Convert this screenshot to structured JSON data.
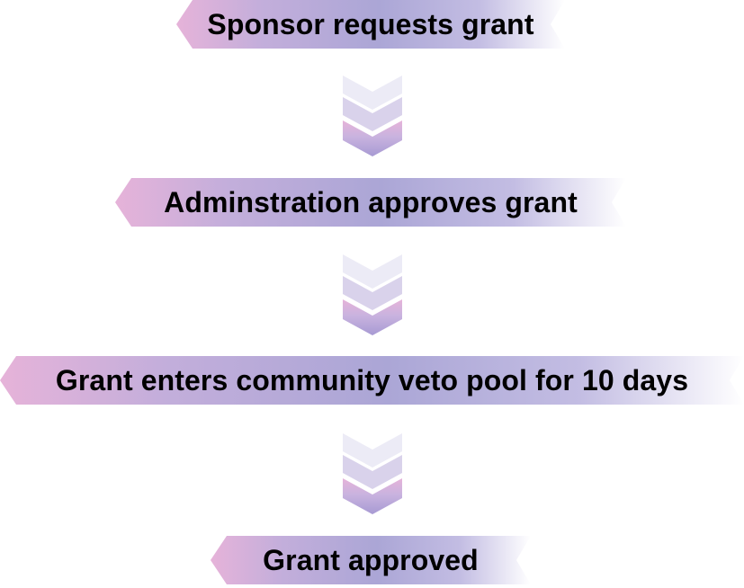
{
  "steps": [
    {
      "label": "Sponsor requests grant"
    },
    {
      "label": "Adminstration approves grant"
    },
    {
      "label": "Grant enters community veto pool for 10 days"
    },
    {
      "label": "Grant approved"
    }
  ],
  "colors": {
    "banner_pink": "#e6b3d9",
    "banner_purple": "#aba6d6",
    "banner_light": "#ffffff",
    "chevron_light": "#ecebf6",
    "chevron_mid": "#d9d2eb",
    "chevron_dark": "#b8a6d9",
    "chevron_pink": "#e6b3d9",
    "text": "#000000"
  }
}
